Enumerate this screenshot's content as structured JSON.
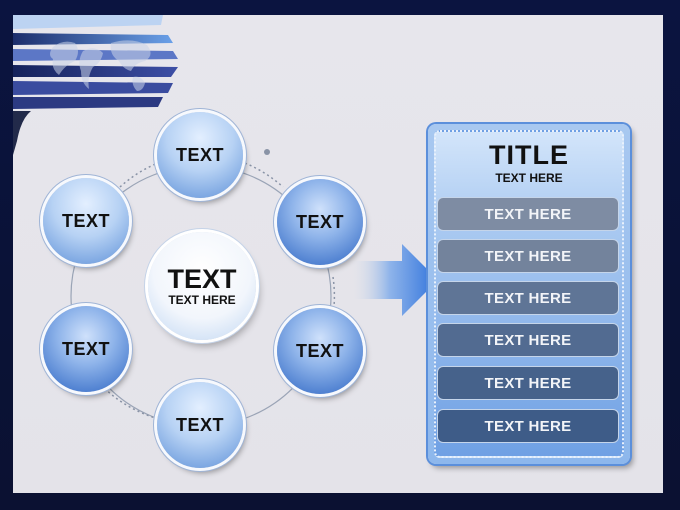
{
  "diagram": {
    "center": {
      "title": "TEXT",
      "subtitle": "TEXT HERE"
    },
    "nodes": [
      {
        "id": "top",
        "label": "TEXT"
      },
      {
        "id": "upper-right",
        "label": "TEXT"
      },
      {
        "id": "lower-right",
        "label": "TEXT"
      },
      {
        "id": "bottom",
        "label": "TEXT"
      },
      {
        "id": "lower-left",
        "label": "TEXT"
      },
      {
        "id": "upper-left",
        "label": "TEXT"
      }
    ]
  },
  "panel": {
    "title": "TITLE",
    "subtitle": "TEXT HERE",
    "items": [
      "TEXT HERE",
      "TEXT HERE",
      "TEXT HERE",
      "TEXT HERE",
      "TEXT HERE",
      "TEXT HERE"
    ]
  },
  "colors": {
    "background": "#0b1440",
    "slide": "#e6e5eb",
    "accent": "#3f7fe0",
    "row_colors": [
      "#7e8ca3",
      "#73839c",
      "#5f7596",
      "#526b91",
      "#46628b",
      "#3e5c88"
    ]
  },
  "icons": [
    "world-map-icon",
    "arrow-right-icon"
  ]
}
